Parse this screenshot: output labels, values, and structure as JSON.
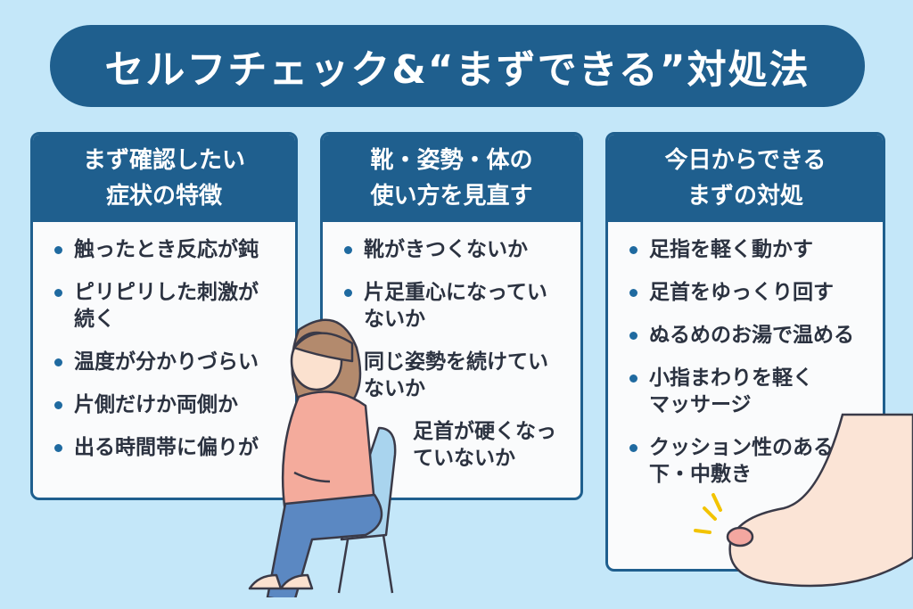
{
  "title": "セルフチェック&“まずできる”対処法",
  "cards": [
    {
      "heading": [
        "まず確認したい",
        "症状の特徴"
      ],
      "items": [
        "触ったとき反応が鈍",
        "ピリピリした刺激が続く",
        "温度が分かりづらい",
        "片側だけか両側か",
        "出る時間帯に偏りが"
      ]
    },
    {
      "heading": [
        "靴・姿勢・体の",
        "使い方を見直す"
      ],
      "items": [
        "靴がきつくないか",
        "片足重心になっていないか",
        "同じ姿勢を続けていないか",
        "足首が硬くなっていないか"
      ]
    },
    {
      "heading": [
        "今日からできる",
        "まずの対処"
      ],
      "items": [
        "足指を軽く動かす",
        "足首をゆっくり回す",
        "ぬるめのお湯で温める",
        "小指まわりを軽くマッサージ",
        "クッション性のある靴下・中敷き"
      ]
    }
  ],
  "colors": {
    "background": "#c4e7f9",
    "accent": "#1f5f8e",
    "text": "#2b3240"
  }
}
